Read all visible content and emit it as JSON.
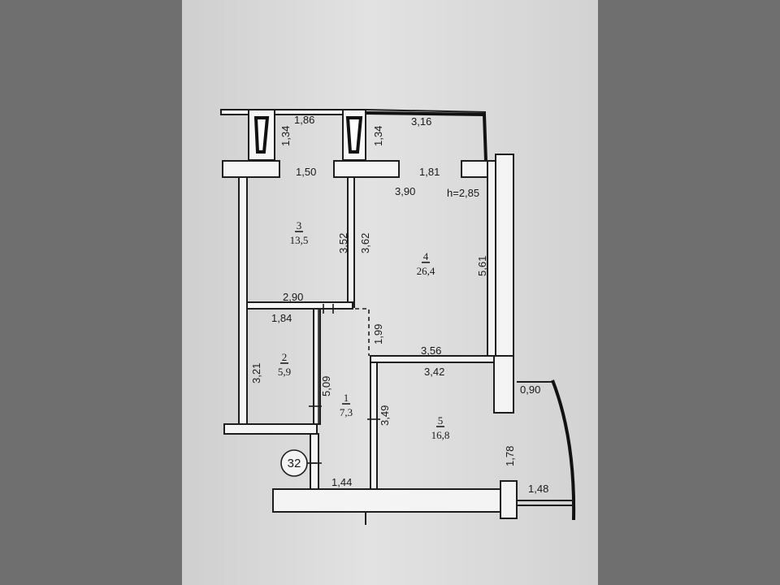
{
  "plan": {
    "ceiling_height": "h=2,85",
    "apartment_number": "32",
    "rooms": [
      {
        "number": "1",
        "area": "7,3"
      },
      {
        "number": "2",
        "area": "5,9"
      },
      {
        "number": "3",
        "area": "13,5"
      },
      {
        "number": "4",
        "area": "26,4"
      },
      {
        "number": "5",
        "area": "16,8"
      }
    ],
    "dimensions": {
      "top_left": "1,86",
      "top_right": "3,16",
      "duct_left": "1,34",
      "duct_right": "1,34",
      "room3_top": "1,50",
      "room4_top": "1,81",
      "room4_inner": "3,90",
      "room3_right": "3,52",
      "room4_left": "3,62",
      "room4_right": "5,61",
      "room3_bottom": "2,90",
      "room2_top": "1,84",
      "room2_left": "3,21",
      "room1_left": "5,09",
      "room1_upper_right": "1,99",
      "room4_bottom": "3,56",
      "room5_top": "3,42",
      "room5_left": "3,49",
      "room1_bottom": "1,44",
      "balcony_top": "0,90",
      "balcony_side": "1,78",
      "balcony_bottom": "1,48"
    }
  }
}
